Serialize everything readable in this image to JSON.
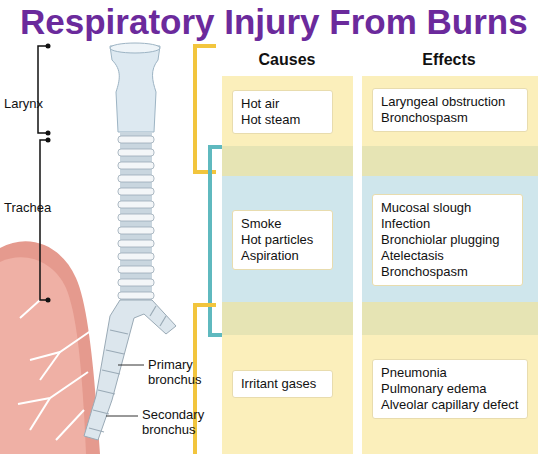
{
  "diagram": {
    "title": "Respiratory Injury From Burns",
    "nodes": [
      {
        "text": [
          "Hot air",
          "Hot steam"
        ]
      },
      {
        "text": [
          "Laryngeal obstruction",
          "Bronchospasm"
        ]
      },
      {
        "text": [
          "Smoke",
          "Hot particles",
          "Aspiration"
        ]
      },
      {
        "text": [
          "Mucosal slough",
          "Infection",
          "Bronchiolar plugging",
          "Atelectasis",
          "Bronchospasm"
        ]
      },
      {
        "text": [
          "Irritant gases"
        ]
      },
      {
        "text": [
          "Pneumonia",
          "Pulmonary edema",
          "Alveolar capillary defect"
        ]
      }
    ],
    "labels": [
      "Causes",
      "Effects",
      "Larynx",
      "Trachea",
      "Primary bronchus",
      "Secondary bronchus"
    ]
  }
}
